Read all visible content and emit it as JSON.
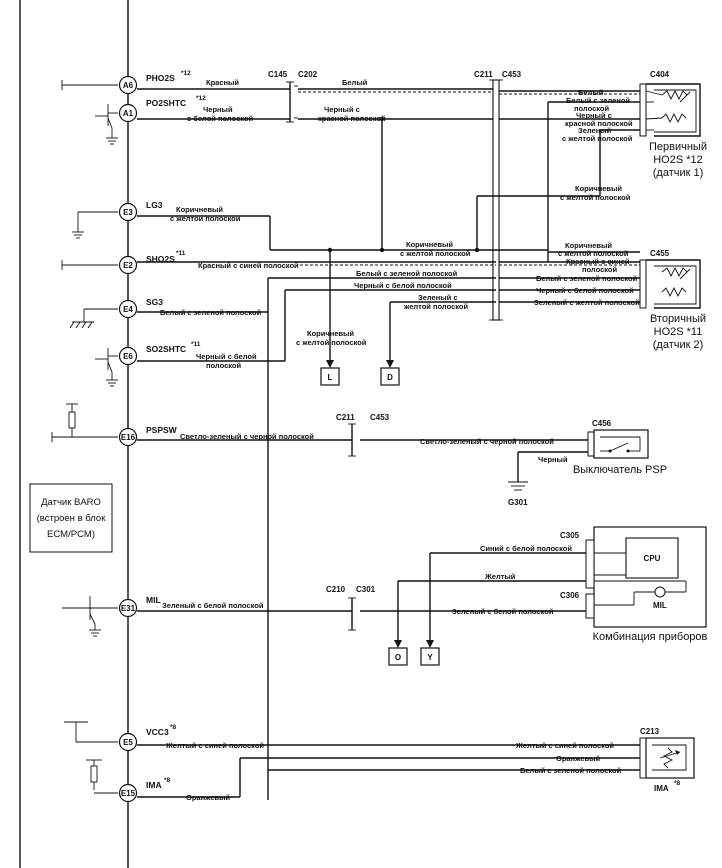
{
  "ecm": {
    "box_label_lines": [
      "Датчик BARO",
      "(встроен в блок",
      "ECM/PCM)"
    ]
  },
  "pins": {
    "a6": "A6",
    "a1": "A1",
    "e3": "E3",
    "e2": "E2",
    "e4": "E4",
    "e6": "E6",
    "e16": "E16",
    "e31": "E31",
    "e5": "E5",
    "e15": "E15"
  },
  "signals": {
    "pho2s": "PHO2S",
    "pho2s_note": "*12",
    "po2shtc": "PO2SHTC",
    "po2shtc_note": "*12",
    "lg3": "LG3",
    "sho2s": "SHO2S",
    "sho2s_note": "*11",
    "sg3": "SG3",
    "so2shtc": "SO2SHTC",
    "so2shtc_note": "*11",
    "pspsw": "PSPSW",
    "mil": "MIL",
    "vcc3": "VCC3",
    "vcc3_note": "*8",
    "ima": "IMA",
    "ima_note": "*8"
  },
  "wires": {
    "red": "Красный",
    "white": "Белый",
    "black_white_1": "Черный",
    "black_white_2": "с белой полоской",
    "black_red_1": "Черный с",
    "black_red_2": "красной полоской",
    "white_green_1": "Белый с зеленой",
    "white_green_2": "полоской",
    "black_red_right_1": "Черный с",
    "black_red_right_2": "красной полоской",
    "green_yellow_1": "Зеленый",
    "green_yellow_2": "с желтой полоской",
    "brown_yellow_1": "Коричневый",
    "brown_yellow_2": "с желтой полоской",
    "brown_yellow_lg3_1": "Коричневый",
    "brown_yellow_lg3_2": "с желтой полоской",
    "brown_yellow_mid_1": "Коричневый",
    "brown_yellow_mid_2": "с желтой полоской",
    "brown_yellow_c455_1": "Коричневый",
    "brown_yellow_c455_2": "с желтой полоской",
    "red_blue": "Красный с синей полоской",
    "red_blue_right_1": "Красный с синей",
    "red_blue_right_2": "полоской",
    "white_green_full": "Белый с зеленой полоской",
    "white_green_right": "Белый с зеленой полоской",
    "black_white_full": "Черный с белой полоской",
    "black_white_right": "Черный с белой полоской",
    "green_yellow_mid_1": "Зеленый с",
    "green_yellow_mid_2": "желтой полоской",
    "green_yellow_right": "Зеленый с желтой полоской",
    "white_green_sg3": "Белый с зеленой полоской",
    "black_white_so2_1": "Черный с белой",
    "black_white_so2_2": "полоской",
    "brown_yellow_down_1": "Коричневый",
    "brown_yellow_down_2": "с желтой полоской",
    "lightgreen_black": "Светло-зеленый с черной полоской",
    "lightgreen_black_right": "Светло-зеленый с черной полоской",
    "black_psp": "Черный",
    "blue_white": "Синий с белой полоской",
    "yellow": "Желтый",
    "green_white_mil": "Зеленый с белой полоской",
    "green_white_right": "Зеленый с белой полоской",
    "yellow_blue": "Желтый с синей полоской",
    "yellow_blue_right": "Желтый с синей полоской",
    "orange": "Оранжевый",
    "orange_right": "Оранжевый",
    "white_green_ima": "Белый с зеленой полоской"
  },
  "connectors": {
    "c145": "C145",
    "c202": "C202",
    "c211": "C211",
    "c453": "C453",
    "c404": "C404",
    "c455": "C455",
    "c211b": "C211",
    "c453b": "C453",
    "c456": "C456",
    "g301": "G301",
    "c305": "C305",
    "c306": "C306",
    "c210": "C210",
    "c301": "C301",
    "c213": "C213"
  },
  "components": {
    "primary_1": "Первичный",
    "primary_2": "HO2S *12",
    "primary_3": "(датчик 1)",
    "secondary_1": "Вторичный",
    "secondary_2": "HO2S *11",
    "secondary_3": "(датчик 2)",
    "psp_switch": "Выключатель PSP",
    "cpu": "CPU",
    "mil": "MIL",
    "cluster": "Комбинация приборов",
    "ima": "IMA",
    "ima_note": "*8"
  },
  "refs": {
    "l": "L",
    "d": "D",
    "o": "O",
    "y": "Y"
  }
}
